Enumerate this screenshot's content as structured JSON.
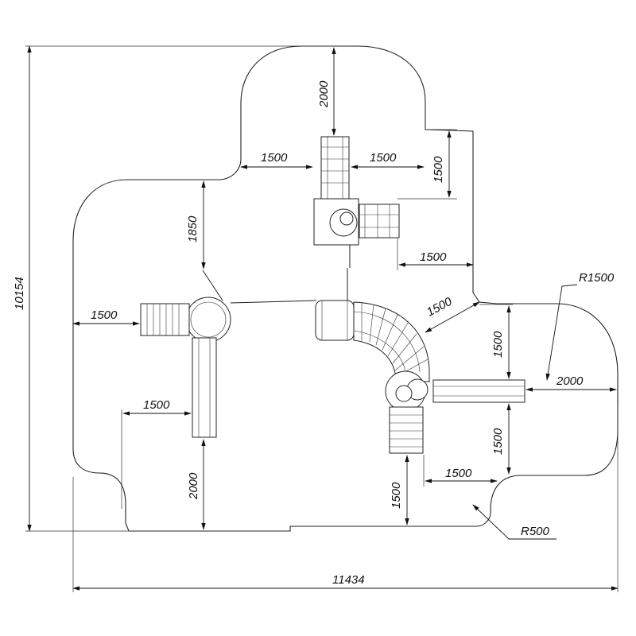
{
  "dimensions": {
    "overall_width": "11434",
    "overall_height": "10154",
    "top_tower_clearance": "2000",
    "top_tower_left": "1500",
    "top_tower_right": "1500",
    "top_right_notch": "1500",
    "left_upper_clearance": "1850",
    "bridge_lower_right": "1500",
    "left_slide_clearance": "1500",
    "curved_slide_clearance": "1500",
    "corner_radius_large": "R1500",
    "right_slide_upper": "1500",
    "right_slide_exit": "2000",
    "left_slide_side": "1500",
    "right_slide_lower": "1500",
    "left_slide_exit": "2000",
    "spiral_slide_exit": "1500",
    "bottom_right_offset": "1500",
    "corner_radius_small": "R500"
  }
}
